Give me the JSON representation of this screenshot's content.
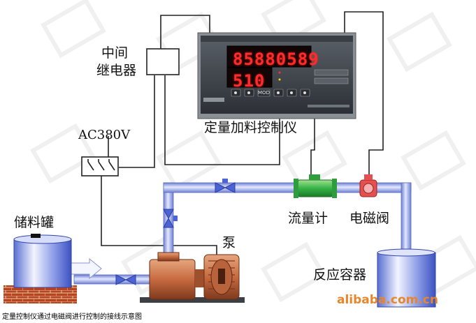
{
  "labels": {
    "relay": [
      "中间",
      "继电器"
    ],
    "power": "AC380V",
    "controller": "定量加料控制仪",
    "tank": "储料罐",
    "pump": "泵",
    "flowmeter": "流量计",
    "valve": "电磁阀",
    "reactor": "反应容器"
  },
  "controller_display": {
    "total": "85880589",
    "batch": "510",
    "buttons": [
      "MOD"
    ]
  },
  "caption": "定量控制仪通过电磁阀进行控制的接线示意图",
  "watermark": "alibaba.com.cn",
  "colors": {
    "pipe": "#7f8fd6",
    "pipe_light": "#c9d2f7",
    "wire": "#222222",
    "led": "#ff2a2a",
    "flowmeter": "#3fb84a",
    "valve": "#e04848",
    "motor": "#c9744a",
    "brick": "#b6411f"
  }
}
